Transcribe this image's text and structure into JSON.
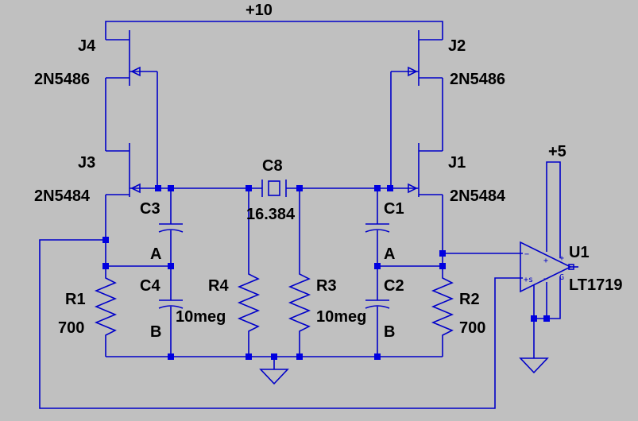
{
  "supplies": {
    "rail_10": "+10",
    "rail_5": "+5"
  },
  "jfets": [
    {
      "ref": "J4",
      "model": "2N5486"
    },
    {
      "ref": "J2",
      "model": "2N5486"
    },
    {
      "ref": "J3",
      "model": "2N5484"
    },
    {
      "ref": "J1",
      "model": "2N5484"
    }
  ],
  "capacitors": [
    {
      "ref": "C3"
    },
    {
      "ref": "C4"
    },
    {
      "ref": "C1"
    },
    {
      "ref": "C2"
    }
  ],
  "crystal": {
    "ref": "C8",
    "value": "16.384"
  },
  "resistors": [
    {
      "ref": "R1",
      "value": "700"
    },
    {
      "ref": "R4",
      "value": "10meg"
    },
    {
      "ref": "R3",
      "value": "10meg"
    },
    {
      "ref": "R2",
      "value": "700"
    }
  ],
  "node_labels": {
    "a_left": "A",
    "b_left": "B",
    "a_right": "A",
    "b_right": "B"
  },
  "comparator": {
    "ref": "U1",
    "model": "LT1719",
    "pin_plus": "+",
    "pin_minus": "−",
    "pin_s_plus": "+s",
    "pin_s_minus": "−",
    "pin_g": "G"
  },
  "colors": {
    "background": "#c0c0c0",
    "wire": "#0000c8",
    "junction": "#0000e0",
    "text": "#000000"
  }
}
